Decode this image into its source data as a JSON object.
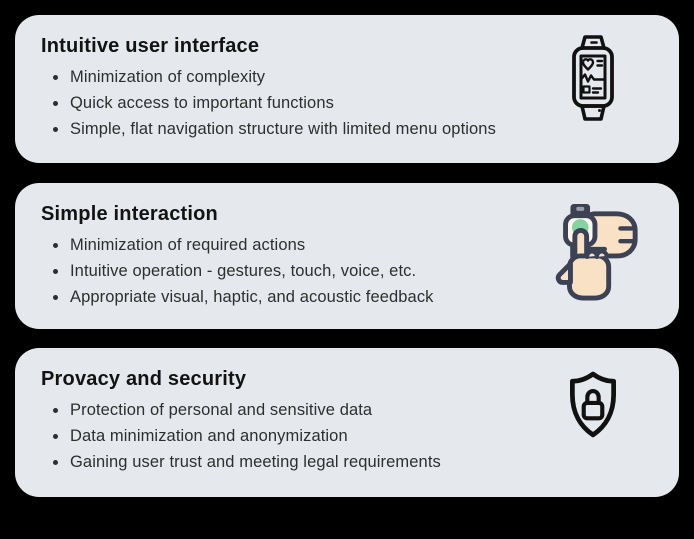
{
  "theme": {
    "page-bg": "#000000",
    "card-bg": "#e5e9ed",
    "title-color": "#131313",
    "text-color": "#2e2e2e",
    "icon-outline": "#111111",
    "icon-navy": "#3c4254",
    "icon-skin": "#f8e1c4",
    "icon-cream": "#fdf6ec",
    "icon-green": "#85d3a5"
  },
  "cards": [
    {
      "title": "Intuitive user interface",
      "icon": "smartwatch-health-icon",
      "bullets": [
        "Minimization of complexity",
        "Quick access to important functions",
        "Simple, flat navigation structure with limited menu options"
      ]
    },
    {
      "title": "Simple interaction",
      "icon": "touch-smartwatch-icon",
      "bullets": [
        "Minimization of required actions",
        "Intuitive operation - gestures, touch, voice, etc.",
        "Appropriate visual, haptic, and acoustic feedback"
      ]
    },
    {
      "title": "Provacy and security",
      "icon": "shield-lock-icon",
      "bullets": [
        "Protection of personal and sensitive data",
        "Data minimization and anonymization",
        "Gaining user trust and meeting legal requirements"
      ]
    }
  ]
}
